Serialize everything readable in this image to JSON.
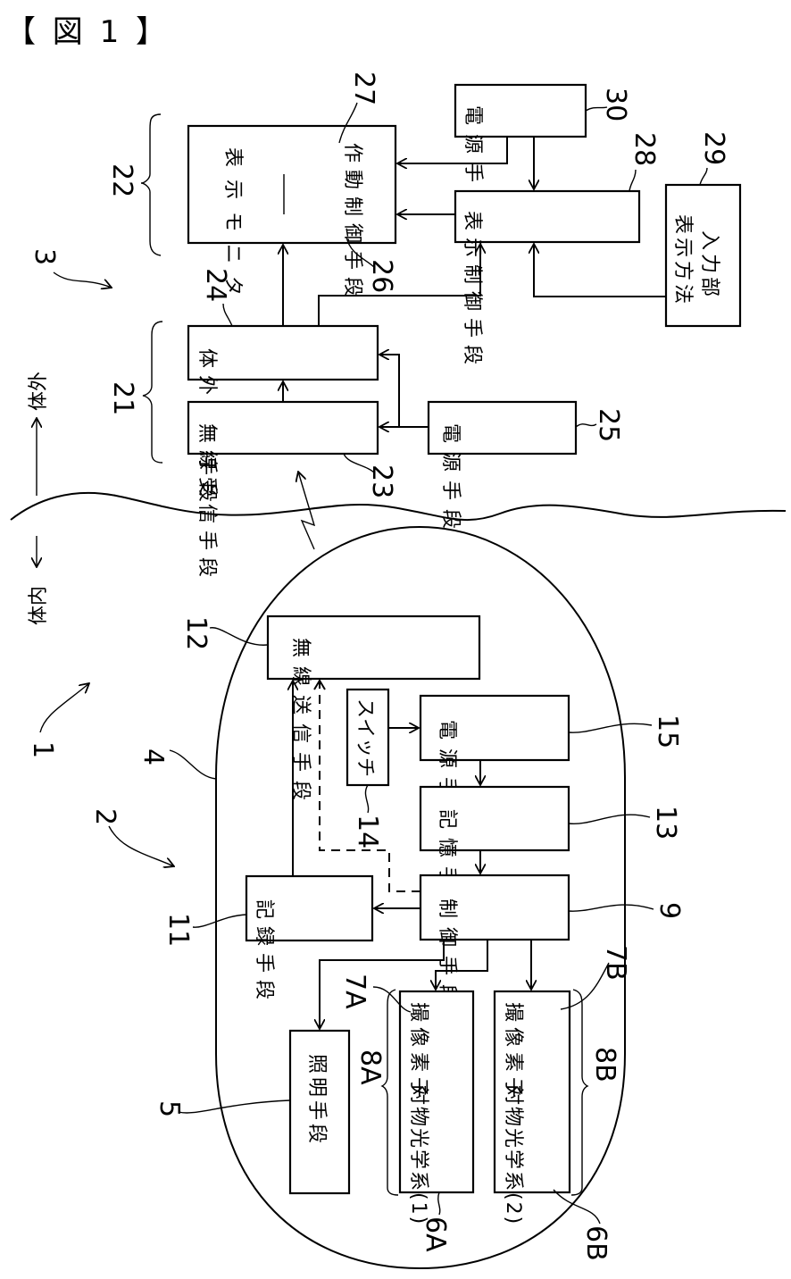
{
  "figure": {
    "title": "【 図 1 】"
  },
  "regions": {
    "outside_body": "体外",
    "inside_body": "体内"
  },
  "blocks": {
    "display_monitor": {
      "line1": "表示モニタ",
      "line2": "作動制御手段",
      "ref_monitor": "27",
      "ref_control": "26"
    },
    "power_30": {
      "label": "電源手段",
      "ref": "30"
    },
    "display_control": {
      "label": "表示制御手段",
      "ref": "28"
    },
    "display_method_input": {
      "line1": "表示方法",
      "line2": "入力部",
      "ref": "29"
    },
    "external_recording": {
      "label": "体外記録手段",
      "ref": "24"
    },
    "wireless_receiver": {
      "label": "無線受信手段",
      "ref": "23"
    },
    "power_25": {
      "label": "電源手段",
      "ref": "25"
    },
    "wireless_transmitter": {
      "label": "無線送信手段",
      "ref": "12"
    },
    "switch": {
      "label": "スイッチ",
      "ref": "14"
    },
    "power_15": {
      "label": "電源手段",
      "ref": "15"
    },
    "memory": {
      "label": "記憶手段",
      "ref": "13"
    },
    "controller": {
      "label": "制御手段",
      "ref": "9"
    },
    "recording": {
      "label": "記録手段",
      "ref": "11"
    },
    "illumination": {
      "label": "照明手段",
      "ref": "5"
    },
    "imager_1": {
      "sensor": "撮像素子",
      "optics": "対物光学系(1)",
      "ref_sensor": "7A",
      "ref_optics": "6A",
      "ref_group": "8A"
    },
    "imager_2": {
      "sensor": "撮像素子",
      "optics": "対物光学系(2)",
      "ref_sensor": "7B",
      "ref_optics": "6B",
      "ref_group": "8B"
    }
  },
  "group_refs": {
    "system": "1",
    "capsule": "2",
    "external_device": "3",
    "capsule_housing": "4",
    "receiver_group": "21",
    "display_group": "22"
  }
}
